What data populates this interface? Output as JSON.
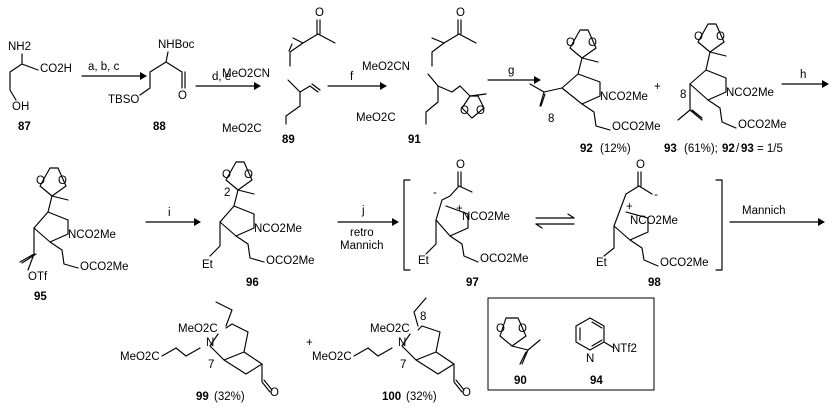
{
  "compounds": {
    "c87": {
      "number": "87"
    },
    "c88": {
      "number": "88"
    },
    "c89": {
      "number": "89"
    },
    "c91": {
      "number": "91"
    },
    "c92": {
      "number": "92",
      "yield": "(12%)"
    },
    "c93": {
      "number": "93",
      "yield": "(61%);",
      "ratio_a": "92",
      "ratio_b": "93",
      "ratio_value": "= 1/5"
    },
    "c95": {
      "number": "95"
    },
    "c96": {
      "number": "96"
    },
    "c97": {
      "number": "97"
    },
    "c98": {
      "number": "98"
    },
    "c99": {
      "number": "99",
      "yield": "(32%)"
    },
    "c100": {
      "number": "100",
      "yield": "(32%)"
    },
    "c90": {
      "number": "90"
    },
    "c94": {
      "number": "94"
    }
  },
  "reagents": {
    "step1": "a, b, c",
    "step2": "d, e",
    "step3": "f",
    "step4": "g",
    "step5": "h",
    "step6": "i",
    "step7_label": "j",
    "step7_line1": "retro",
    "step7_line2": "Mannich",
    "step8": "Mannich"
  },
  "labels": {
    "nh2": "NH2",
    "co2h": "CO2H",
    "oh": "OH",
    "nhboc": "NHBoc",
    "tbso": "TBSO",
    "meo2cn": "MeO2CN",
    "meo2c": "MeO2C",
    "nco2me": "NCO2Me",
    "oco2me": "OCO2Me",
    "otf": "OTf",
    "et": "Et",
    "ntf2": "NTf2",
    "n": "N",
    "o": "O",
    "plus": "+",
    "minus": "-",
    "pos8": "8",
    "pos2": "2",
    "pos7": "7"
  }
}
